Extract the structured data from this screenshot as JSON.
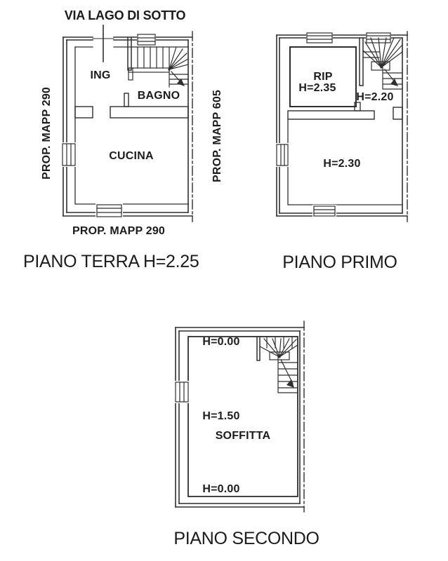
{
  "street_label": "VIA LAGO DI SOTTO",
  "plans": {
    "ground": {
      "title": "PIANO TERRA H=2.25",
      "room_entrance": "ING",
      "room_bathroom": "BAGNO",
      "room_kitchen": "CUCINA",
      "boundary_left": "PROP. MAPP 290",
      "boundary_right": "PROP. MAPP 605",
      "boundary_bottom": "PROP. MAPP 290"
    },
    "first": {
      "title": "PIANO PRIMO",
      "room_storage": "RIP",
      "height_storage": "H=2.35",
      "height_stair": "H=2.20",
      "height_main": "H=2.30"
    },
    "second": {
      "title": "PIANO SECONDO",
      "room_attic": "SOFFITTA",
      "height_top": "H=0.00",
      "height_mid": "H=1.50",
      "height_bottom": "H=0.00"
    }
  },
  "colors": {
    "line": "#2e2e2e",
    "text": "#1c1c1c",
    "background": "#ffffff"
  }
}
